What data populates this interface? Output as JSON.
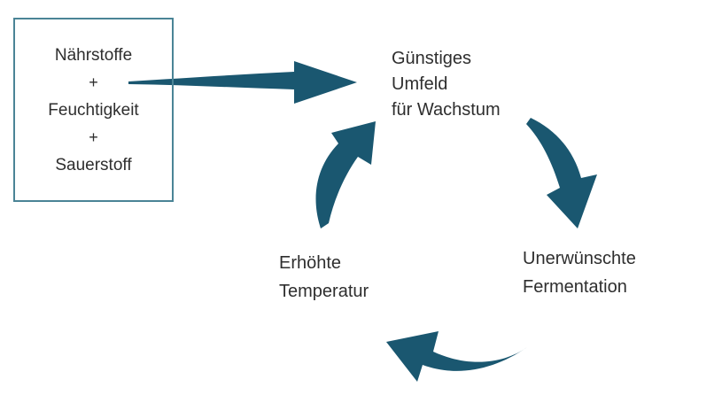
{
  "colors": {
    "arrow": "#1A5770",
    "box_border": "#4A8496",
    "text": "#2E2E2E",
    "background": "#FFFFFF"
  },
  "input_box": {
    "lines": [
      "Nährstoffe",
      "+",
      "Feuchtigkeit",
      "+",
      "Sauerstoff"
    ]
  },
  "nodes": {
    "growth": {
      "lines": [
        "Günstiges",
        "Umfeld",
        "für Wachstum"
      ]
    },
    "fermentation": {
      "lines": [
        "Unerwünschte",
        "Fermentation"
      ]
    },
    "temperature": {
      "lines": [
        "Erhöhte",
        "Temperatur"
      ]
    }
  },
  "arrows": [
    {
      "name": "nutrients-to-growth",
      "type": "straight-right"
    },
    {
      "name": "growth-to-fermentation",
      "type": "curved-down"
    },
    {
      "name": "fermentation-to-temperature",
      "type": "curved-left"
    },
    {
      "name": "temperature-to-growth",
      "type": "curved-up"
    }
  ]
}
